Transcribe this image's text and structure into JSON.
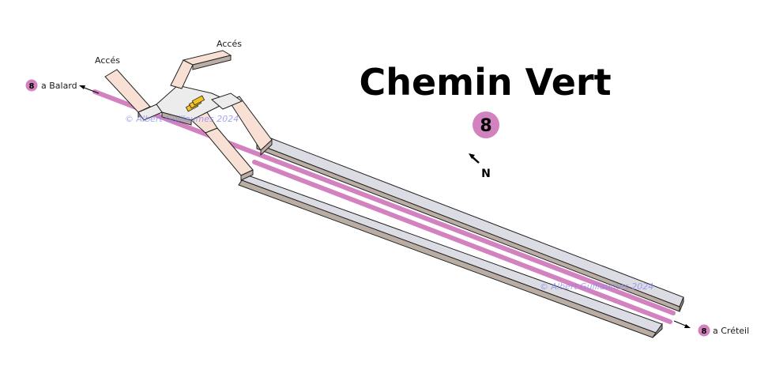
{
  "station": {
    "name": "Chemin Vert",
    "line": "8",
    "line_color": "#d282be"
  },
  "directions": {
    "west": {
      "line": "8",
      "label": "a Balard"
    },
    "east": {
      "line": "8",
      "label": "a Créteil"
    }
  },
  "accesses": [
    {
      "label": "Accés"
    },
    {
      "label": "Accés"
    }
  ],
  "compass": {
    "label": "N"
  },
  "watermarks": [
    "© Albert Guillaumes 2024",
    "© Albert Guillaumes 2024"
  ],
  "colors": {
    "platform_top": "#dcdce4",
    "platform_side": "#b9ada4",
    "corridor": "#f8e1d4",
    "hall": "#ececec",
    "stairs": "#f2c21f",
    "track": "#d282be"
  }
}
